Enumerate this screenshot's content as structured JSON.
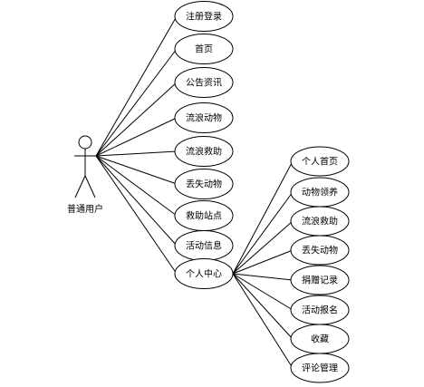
{
  "actor": {
    "label": "普通用户"
  },
  "use_cases": [
    {
      "id": "uc1",
      "label": "注册登录"
    },
    {
      "id": "uc2",
      "label": "首页"
    },
    {
      "id": "uc3",
      "label": "公告资讯"
    },
    {
      "id": "uc4",
      "label": "流浪动物"
    },
    {
      "id": "uc5",
      "label": "流浪救助"
    },
    {
      "id": "uc6",
      "label": "丢失动物"
    },
    {
      "id": "uc7",
      "label": "救助站点"
    },
    {
      "id": "uc8",
      "label": "活动信息"
    },
    {
      "id": "uc9",
      "label": "个人中心"
    }
  ],
  "sub_use_cases": [
    {
      "id": "s1",
      "label": "个人首页"
    },
    {
      "id": "s2",
      "label": "动物领养"
    },
    {
      "id": "s3",
      "label": "流浪救助"
    },
    {
      "id": "s4",
      "label": "丢失动物"
    },
    {
      "id": "s5",
      "label": "捐赠记录"
    },
    {
      "id": "s6",
      "label": "活动报名"
    },
    {
      "id": "s7",
      "label": "收藏"
    },
    {
      "id": "s8",
      "label": "评论管理"
    }
  ]
}
